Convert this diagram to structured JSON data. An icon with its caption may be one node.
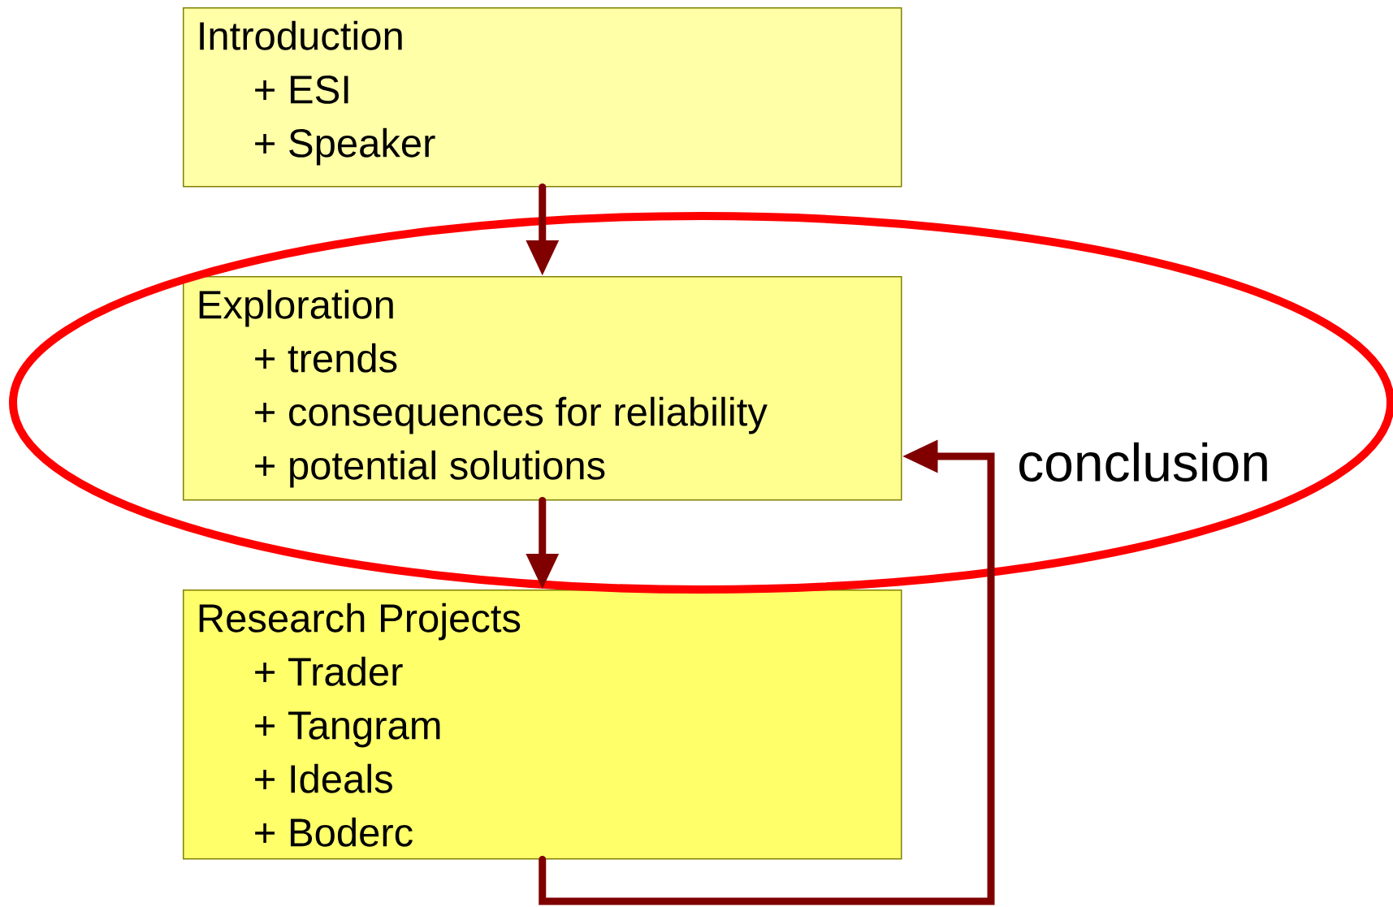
{
  "diagram": {
    "nodes": [
      {
        "text": [
          "Introduction",
          "+ ESI",
          "+ Speaker"
        ]
      },
      {
        "text": [
          "Exploration",
          "+ trends",
          "+ consequences for reliability",
          "+ potential solutions"
        ]
      },
      {
        "text": [
          "Research Projects",
          "+ Trader",
          "+ Tangram",
          "+ Ideals",
          "+ Boderc"
        ]
      }
    ],
    "edges": [
      {
        "from": 0,
        "to": 1,
        "arrow": "to"
      },
      {
        "from": 1,
        "to": 2,
        "arrow": "to"
      },
      {
        "from": 2,
        "to": 1,
        "arrow": "to",
        "label": "conclusion"
      }
    ]
  }
}
